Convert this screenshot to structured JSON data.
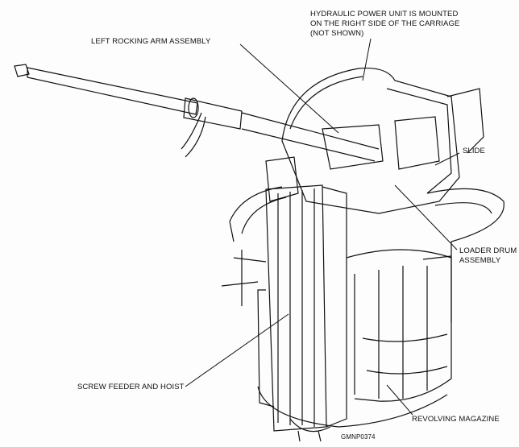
{
  "labels": {
    "hydraulic_line1": "HYDRAULIC POWER UNIT IS MOUNTED",
    "hydraulic_line2": "ON THE RIGHT SIDE OF THE CARRIAGE",
    "hydraulic_line3": "(NOT SHOWN)",
    "left_rocking_arm": "LEFT ROCKING ARM ASSEMBLY",
    "slide": "SLIDE",
    "loader_drum_line1": "LOADER DRUM",
    "loader_drum_line2": "ASSEMBLY",
    "screw_feeder": "SCREW FEEDER AND HOIST",
    "revolving_magazine": "REVOLVING MAGAZINE",
    "figure_id": "GMNP0374"
  }
}
